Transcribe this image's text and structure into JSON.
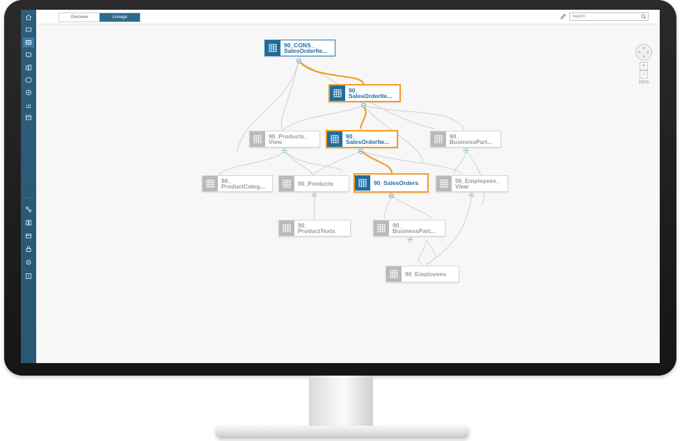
{
  "tabs": [
    {
      "label": "Overview",
      "selected": false
    },
    {
      "label": "Lineage",
      "selected": true
    }
  ],
  "search": {
    "placeholder": "Search",
    "value": ""
  },
  "zoom": {
    "level_text": "150%",
    "plus": "+",
    "minus": "−"
  },
  "nav_icons": [
    "home-icon",
    "monitor-icon",
    "card-icon",
    "display-icon",
    "buildings-icon",
    "cube-icon",
    "target-icon",
    "chart-icon",
    "board-icon",
    "network-icon",
    "book-icon",
    "box-icon",
    "lock-icon",
    "gear-icon",
    "info-icon"
  ],
  "nodes": [
    {
      "id": "cons",
      "label": "90_CONS_\nSalesOrderIte...",
      "state": "root"
    },
    {
      "id": "soi1",
      "label": "90_\nSalesOrderIte...",
      "state": "highlight"
    },
    {
      "id": "prodview",
      "label": "90_Products_\nView",
      "state": "inactive"
    },
    {
      "id": "soi2",
      "label": "90_\nSalesOrderIte...",
      "state": "highlight"
    },
    {
      "id": "bp1",
      "label": "90_\nBusinessPart...",
      "state": "inactive"
    },
    {
      "id": "prodcat",
      "label": "90_\nProductCateg...",
      "state": "inactive"
    },
    {
      "id": "products",
      "label": "90_Products",
      "state": "inactive"
    },
    {
      "id": "salesorders",
      "label": "90_SalesOrders",
      "state": "highlight"
    },
    {
      "id": "empview",
      "label": "90_Employees_\nView",
      "state": "inactive"
    },
    {
      "id": "prodtexts",
      "label": "90_\nProductTexts",
      "state": "inactive"
    },
    {
      "id": "bp2",
      "label": "90_\nBusinessPart...",
      "state": "inactive"
    },
    {
      "id": "employees",
      "label": "90_Employees",
      "state": "inactive"
    }
  ],
  "colors": {
    "nav": "#2c5d7a",
    "accent": "#1d6d9f",
    "highlight": "#f59b1d",
    "edge": "#c9c9c9",
    "inactive_text": "#9a9a9a"
  }
}
